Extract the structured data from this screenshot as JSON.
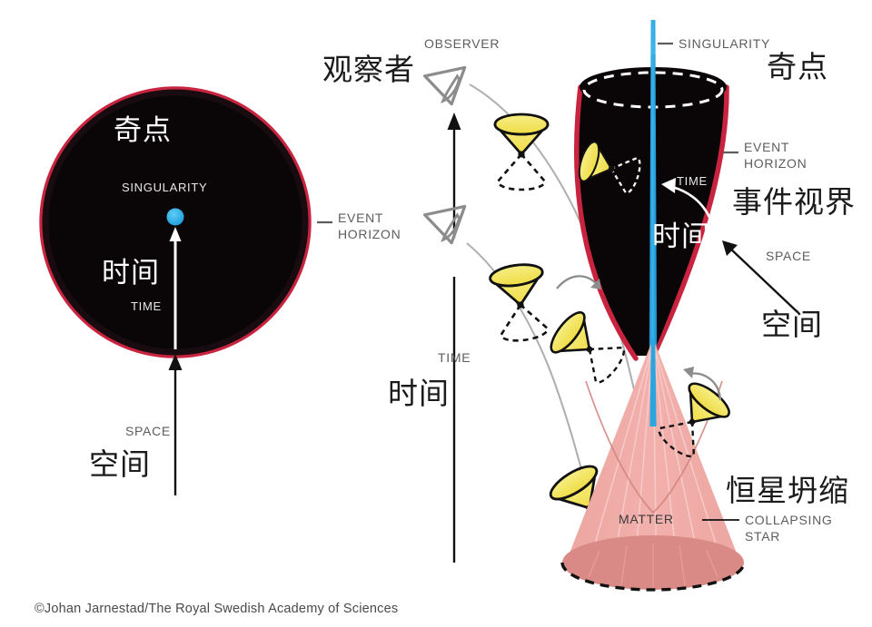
{
  "figure": {
    "title_semantic": "black-hole-spacetime-light-cone-diagram",
    "credit": "©Johan Jarnestad/The Royal Swedish Academy of Sciences",
    "colors": {
      "interior_black": "#0a0608",
      "event_horizon_red": "#c9243f",
      "singularity_blue": "#29aee8",
      "light_cone_yellow": "#f2e25c",
      "collapsing_star_pink": "#f0a9a4",
      "star_base_pink": "#d98a86",
      "label_grey": "#5d5d5d",
      "label_white": "#ffffff"
    }
  },
  "left_panel": {
    "name": "black-hole-cross-section",
    "singularity_cn": "奇点",
    "singularity_en": "SINGULARITY",
    "time_cn": "时间",
    "time_en": "TIME",
    "space_cn": "空间",
    "space_en": "SPACE",
    "event_horizon_en": "EVENT\nHORIZON",
    "event_horizon_line1": "EVENT",
    "event_horizon_line2": "HORIZON"
  },
  "middle_panel": {
    "name": "observer-light-cone-column",
    "observer_cn": "观察者",
    "observer_en": "OBSERVER",
    "time_cn": "时间",
    "time_en": "TIME"
  },
  "right_panel": {
    "name": "collapsing-star-black-hole",
    "singularity_en": "SINGULARITY",
    "singularity_cn": "奇点",
    "event_horizon_line1": "EVENT",
    "event_horizon_line2": "HORIZON",
    "event_horizon_cn": "事件视界",
    "time_en": "TIME",
    "time_cn": "时间",
    "space_en": "SPACE",
    "space_cn": "空间",
    "matter_en": "MATTER",
    "collapsing_star_line1": "COLLAPSING",
    "collapsing_star_line2": "STAR",
    "collapsing_star_cn": "恒星坍缩"
  }
}
